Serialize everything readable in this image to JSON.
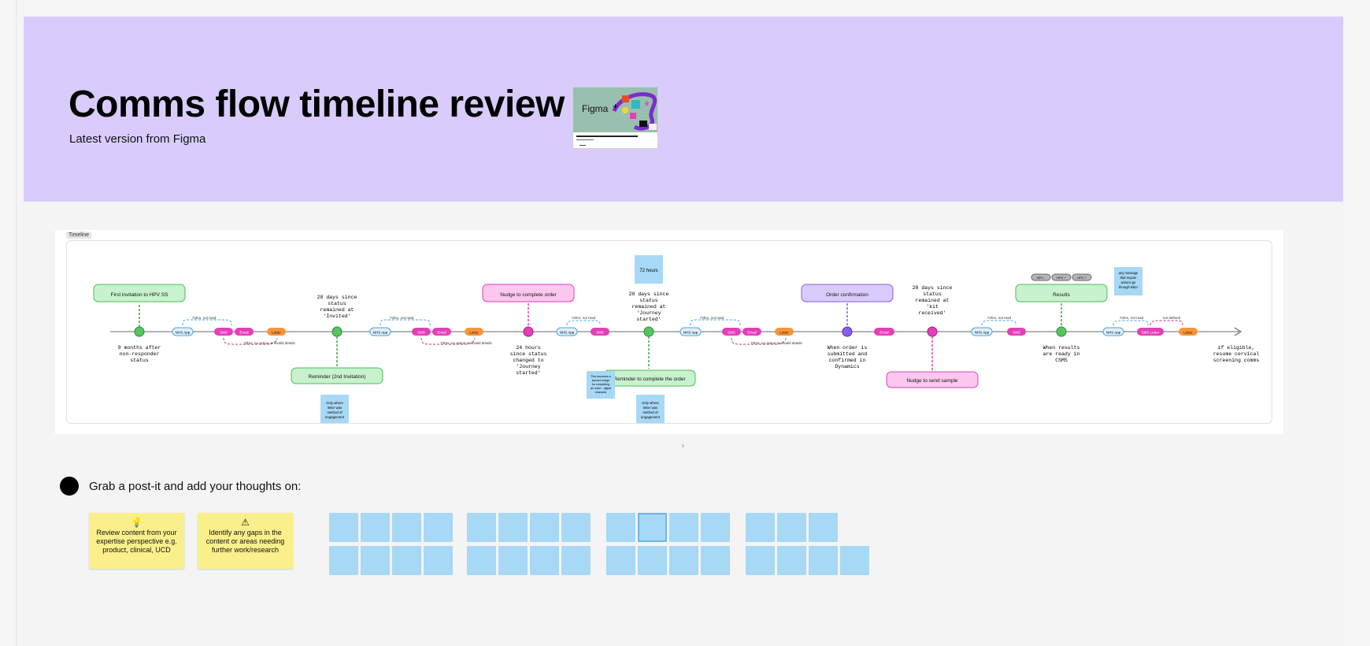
{
  "hero": {
    "title": "Comms flow timeline review",
    "subtitle": "Latest version from Figma",
    "thumb_word": "Figma",
    "background": "#d9ccfd"
  },
  "frame": {
    "label": "Timeline"
  },
  "timeline": {
    "milestones": [
      {
        "label": "First invitation to HPV SS",
        "fill": "#c8f2cd",
        "stroke": "#4dbb5c"
      },
      {
        "label": "Reminder (2nd Invitation)",
        "fill": "#c8f2cd",
        "stroke": "#4dbb5c"
      },
      {
        "label": "Nudge to complete order",
        "fill": "#fbc7ee",
        "stroke": "#e33fb8"
      },
      {
        "label": "Reminder to complete the order",
        "fill": "#c8f2cd",
        "stroke": "#4dbb5c"
      },
      {
        "label": "Order confirmation",
        "fill": "#d9ccfd",
        "stroke": "#8a5cf0"
      },
      {
        "label": "Nudge to send sample",
        "fill": "#fbc7ee",
        "stroke": "#e33fb8"
      },
      {
        "label": "Results",
        "fill": "#c8f2cd",
        "stroke": "#4dbb5c"
      }
    ],
    "triggers": [
      "9 months after non-responder status",
      "28 days since status remained at 'Invited'",
      "24 hours since status changed to 'Journey started'",
      "28 days since status remained at 'Journey started'",
      "When order is submitted and confirmed in Dynamics",
      "28 days since status remained at 'kit received'",
      "When results are ready in CSMS",
      "if eligible, resume cervical screening comms"
    ],
    "channel_nhs_app": "NHS App",
    "channel_sms": "SMS",
    "channel_email": "Email",
    "channel_letter": "Letter",
    "channel_sms_lmt": "SMS Letter",
    "annotation_not_read": "72hrs, not read",
    "annotation_no_action": "72hrs, no action or invalid details",
    "annotation_not_defined": "not defined",
    "hpv_chips": [
      "HPV -",
      "HPV +",
      "HPV ?"
    ],
    "blue_notes": {
      "hours": "72 hours",
      "engagement": "Only where letter was method of engagement",
      "second_nudge": "This becomes a second nudge for completing an order - digital channels",
      "any_message": "any message that require actions go through letter"
    },
    "colors": {
      "green_dot": "#58c45f",
      "pink_dot": "#e33fb8",
      "purple_dot": "#8a5cf0",
      "nhs_app": "#dff0ff",
      "sms": "#e33fb8",
      "letter": "#f7953a"
    }
  },
  "thoughts": {
    "title": "Grab a post-it and add your thoughts on:",
    "prompts": [
      {
        "icon": "lightbulb-icon",
        "glyph": "💡",
        "text": "Review content from your expertise perspective e.g. product, clinical, UCD"
      },
      {
        "icon": "warning-icon",
        "glyph": "⚠",
        "text": "Identify any gaps in the content or areas needing further work/research"
      }
    ]
  }
}
